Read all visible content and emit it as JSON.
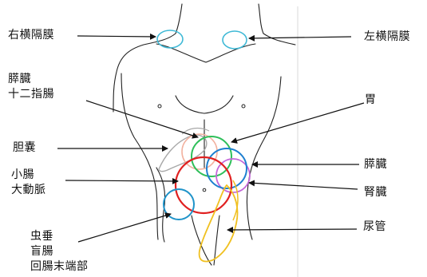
{
  "labels": {
    "right_phrenic": "右横隔膜",
    "left_phrenic": "左横隔膜",
    "pancreas_duodenum": [
      "膵臓",
      "十二指腸"
    ],
    "stomach": "胃",
    "gallbladder": "胆嚢",
    "small_intestine_aorta": [
      "小腸",
      "大動脈"
    ],
    "pancreas": "膵臓",
    "kidney": "腎臓",
    "ureter": "尿管",
    "appendix_group": [
      "虫垂",
      "盲腸",
      "回腸末端部"
    ]
  },
  "colors": {
    "phrenic": "#3fb9d6",
    "gallbladder": "#a8a8a8",
    "pancreas_duodenum": "#f2b2a0",
    "stomach": "#2fbf5a",
    "small_intestine": "#e02020",
    "pancreas": "#1e7fd0",
    "kidney": "#c466d9",
    "appendix": "#1f93c9",
    "ureter": "#f0c020",
    "outline": "#222222",
    "arrow": "#111111"
  },
  "icons": [
    "arrow-icon"
  ]
}
